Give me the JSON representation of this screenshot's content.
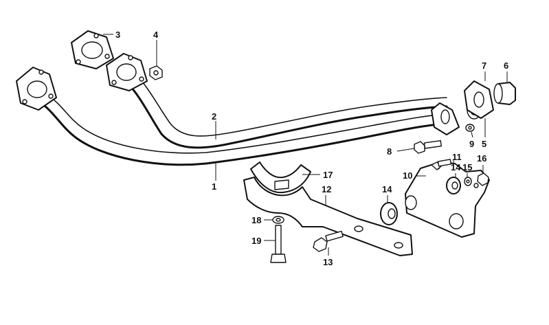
{
  "diagram": {
    "callouts": [
      {
        "id": "c1",
        "label": "1"
      },
      {
        "id": "c2",
        "label": "2"
      },
      {
        "id": "c3",
        "label": "3"
      },
      {
        "id": "c4",
        "label": "4"
      },
      {
        "id": "c5",
        "label": "5"
      },
      {
        "id": "c6",
        "label": "6"
      },
      {
        "id": "c7",
        "label": "7"
      },
      {
        "id": "c8",
        "label": "8"
      },
      {
        "id": "c9",
        "label": "9"
      },
      {
        "id": "c10",
        "label": "10"
      },
      {
        "id": "c11",
        "label": "11"
      },
      {
        "id": "c12",
        "label": "12"
      },
      {
        "id": "c13",
        "label": "13"
      },
      {
        "id": "c14a",
        "label": "14"
      },
      {
        "id": "c14b",
        "label": "14"
      },
      {
        "id": "c15",
        "label": "15"
      },
      {
        "id": "c16",
        "label": "16"
      },
      {
        "id": "c17",
        "label": "17"
      },
      {
        "id": "c18",
        "label": "18"
      },
      {
        "id": "c19",
        "label": "19"
      }
    ]
  }
}
